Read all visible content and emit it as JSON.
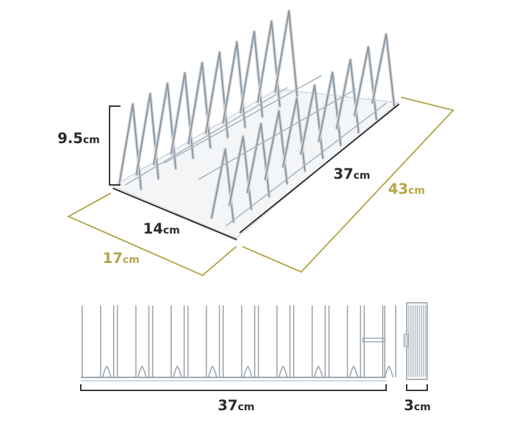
{
  "dimensions": {
    "height": {
      "value": "9.5",
      "unit": "cm"
    },
    "inner_length": {
      "value": "37",
      "unit": "cm"
    },
    "outer_length": {
      "value": "43",
      "unit": "cm"
    },
    "inner_width": {
      "value": "14",
      "unit": "cm"
    },
    "outer_width": {
      "value": "17",
      "unit": "cm"
    },
    "side_length": {
      "value": "37",
      "unit": "cm"
    },
    "side_depth": {
      "value": "3",
      "unit": "cm"
    }
  },
  "colors": {
    "dark": "#2b2b2b",
    "gold": "#b4a548",
    "wire": "#8f9aa3",
    "base": "#f3f4f6"
  }
}
